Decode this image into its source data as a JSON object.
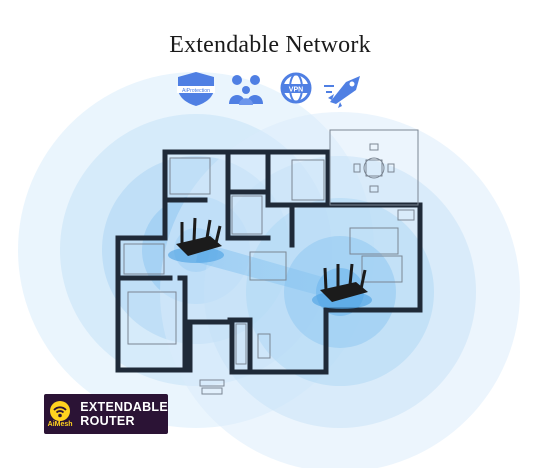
{
  "title": "Extendable Network",
  "feature_icons": [
    {
      "name": "aiprotection-shield-icon",
      "label": "AiProtection",
      "color": "#4f7fe3"
    },
    {
      "name": "family-icon",
      "color": "#4f7fe3"
    },
    {
      "name": "vpn-globe-icon",
      "label": "VPN",
      "color": "#4f7fe3"
    },
    {
      "name": "speed-rocket-icon",
      "color": "#4f7fe3"
    }
  ],
  "badge": {
    "logo_text": "AiMesh",
    "line1": "EXTENDABLE",
    "line2": "ROUTER",
    "background": "#2b1335",
    "accent": "#ffd21f"
  },
  "colors": {
    "signal": "#6fb8ee",
    "wall": "#1f2a38",
    "router": "#1b1b1b"
  }
}
